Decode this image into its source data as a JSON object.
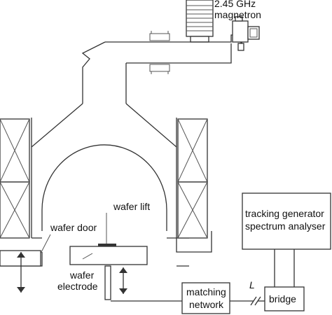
{
  "labels": {
    "magnetron_freq": "2.45 GHz",
    "magnetron": "magnetron",
    "tracking_generator": "tracking generator",
    "spectrum_analyser": "spectrum analyser",
    "wafer_lift": "wafer lift",
    "wafer_door": "wafer door",
    "wafer": "wafer",
    "electrode": "electrode",
    "matching": "matching",
    "network": "network",
    "inductance": "L",
    "bridge": "bridge"
  }
}
